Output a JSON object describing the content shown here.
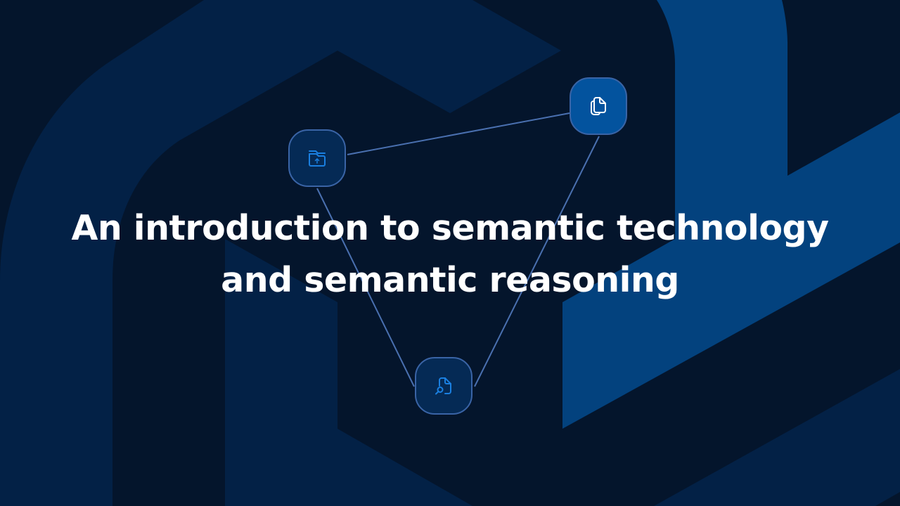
{
  "slide": {
    "title_lines": [
      "An introduction to semantic technology",
      "and semantic reasoning"
    ]
  },
  "nodes": [
    {
      "id": "folder-upload",
      "icon": "folder-upload-icon",
      "style": "outline"
    },
    {
      "id": "documents",
      "icon": "documents-copy-icon",
      "style": "filled"
    },
    {
      "id": "document-search",
      "icon": "document-search-icon",
      "style": "outline"
    }
  ],
  "colors": {
    "background": "#04152c",
    "shape_mid": "#032146",
    "shape_bright": "#03427e",
    "node_fill": "#052a55",
    "node_fill_active": "#03539e",
    "node_border": "#3a64a6",
    "connector": "#4a70b0",
    "icon_blue": "#1a7fe0",
    "icon_white": "#ffffff",
    "title": "#ffffff"
  }
}
